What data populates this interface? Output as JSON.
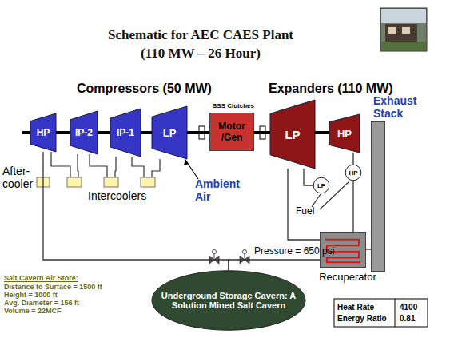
{
  "diagram": {
    "title": "Schematic for AEC CAES Plant (110 MW – 26 Hour)",
    "nodes": [
      {
        "text": [
          "HP"
        ]
      },
      {
        "text": [
          "IP-2"
        ]
      },
      {
        "text": [
          "IP-1"
        ]
      },
      {
        "text": [
          "LP"
        ]
      },
      {
        "text": [
          "Motor /Gen"
        ]
      },
      {
        "text": [
          "LP"
        ]
      },
      {
        "text": [
          "HP"
        ]
      },
      {
        "text": [
          "LP"
        ]
      },
      {
        "text": [
          "HP"
        ]
      },
      {
        "text": [
          "Recuperator"
        ]
      },
      {
        "text": [
          "Underground Storage Cavern: A Solution Mined Salt Cavern"
        ]
      },
      {
        "text": [
          "Exhaust Stack"
        ]
      }
    ],
    "edges": [
      {
        "from": 0,
        "to": 1,
        "arrow": "none"
      },
      {
        "from": 1,
        "to": 2,
        "arrow": "none"
      },
      {
        "from": 2,
        "to": 3,
        "arrow": "none"
      },
      {
        "from": 3,
        "to": 4,
        "arrow": "none"
      },
      {
        "from": 4,
        "to": 5,
        "arrow": "none"
      },
      {
        "from": 5,
        "to": 6,
        "arrow": "none"
      },
      {
        "from": 7,
        "to": 5,
        "arrow": "none"
      },
      {
        "from": 8,
        "to": 6,
        "arrow": "none"
      },
      {
        "from": 5,
        "to": 9,
        "arrow": "none"
      },
      {
        "from": 9,
        "to": 11,
        "arrow": "none"
      },
      {
        "from": 10,
        "to": 9,
        "arrow": "none"
      },
      {
        "from": 0,
        "to": 10,
        "arrow": "none"
      },
      {
        "from": 9,
        "to": 8,
        "arrow": "none"
      }
    ],
    "labels": [
      "Compressors (50 MW)",
      "SSS Clutches",
      "Expanders (110 MW)",
      "After- cooler",
      "Intercoolers",
      "Ambient Air",
      "Fuel",
      "Pressure = 650 psi",
      "Salt Cavern Air Store:",
      "Distance to Surface = 1500 ft",
      "Height = 1000 ft",
      "Avg. Diameter = 156 ft",
      "Volume = 22MCF",
      "Heat Rate",
      "4100",
      "Energy Ratio",
      "0.81"
    ]
  }
}
